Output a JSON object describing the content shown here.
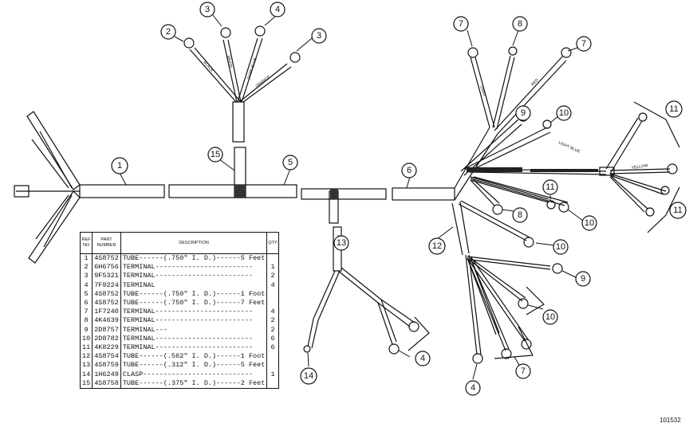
{
  "callouts": {
    "c1": "1",
    "c2": "2",
    "c3a": "3",
    "c3b": "3",
    "c4a": "4",
    "c4b": "4",
    "c4c": "4",
    "c5": "5",
    "c6": "6",
    "c7a": "7",
    "c7b": "7",
    "c7c": "7",
    "c8a": "8",
    "c8b": "8",
    "c9a": "9",
    "c9b": "9",
    "c10a": "10",
    "c10b": "10",
    "c10c": "10",
    "c10d": "10",
    "c11a": "11",
    "c11b": "11",
    "c11c": "11",
    "c12": "12",
    "c13": "13",
    "c14": "14",
    "c15": "15"
  },
  "wire_labels": {
    "black": "BLACK",
    "white": "WHITE",
    "red": "RED",
    "yellow": "YELLOW",
    "orange": "ORANGE",
    "gray": "GRAY",
    "dark_blue": "DARK BLUE",
    "light_blue": "LIGHT BLUE"
  },
  "table": {
    "headers": {
      "ref": "REF NO",
      "part": "PART NUMBER",
      "desc": "DESCRIPTION",
      "qty": "QTY"
    },
    "rows": [
      {
        "ref": "1",
        "part": "4S8752",
        "desc": "TUBE------(.750\" I. D.)------5 Feet",
        "qty": ""
      },
      {
        "ref": "2",
        "part": "6H6756",
        "desc": "TERMINAL------------------------",
        "qty": "1"
      },
      {
        "ref": "3",
        "part": "9F5321",
        "desc": "TERMINAL------------------------",
        "qty": "2"
      },
      {
        "ref": "4",
        "part": "7F9224",
        "desc": "TERMINAL",
        "qty": "4"
      },
      {
        "ref": "5",
        "part": "4S8752",
        "desc": "TUBE------(.750\" I. D.)------1 Foot",
        "qty": ""
      },
      {
        "ref": "6",
        "part": "4S8752",
        "desc": "TUBE------(.750\" I. D.)------7 Feet",
        "qty": ""
      },
      {
        "ref": "7",
        "part": "1F7240",
        "desc": "TERMINAL------------------------",
        "qty": "4"
      },
      {
        "ref": "8",
        "part": "4K4639",
        "desc": "TERMINAL------------------------",
        "qty": "2"
      },
      {
        "ref": "9",
        "part": "2D8757",
        "desc": "TERMINAL---",
        "qty": "2"
      },
      {
        "ref": "10",
        "part": "2D8782",
        "desc": "TERMINAL------------------------",
        "qty": "6"
      },
      {
        "ref": "11",
        "part": "4K8229",
        "desc": "TERMINAL------------------------",
        "qty": "6"
      },
      {
        "ref": "12",
        "part": "4S8754",
        "desc": "TUBE------(.562\" I. D.)------1 Foot",
        "qty": ""
      },
      {
        "ref": "13",
        "part": "4S8759",
        "desc": "TUBE------(.312\" I. D.)------5 Feet",
        "qty": ""
      },
      {
        "ref": "14",
        "part": "1H6249",
        "desc": "CLASP---------------------------",
        "qty": "1"
      },
      {
        "ref": "15",
        "part": "4S8758",
        "desc": "TUBE------(.375\" I. D.)------2 Feet",
        "qty": ""
      }
    ]
  },
  "figure_id": "101532"
}
